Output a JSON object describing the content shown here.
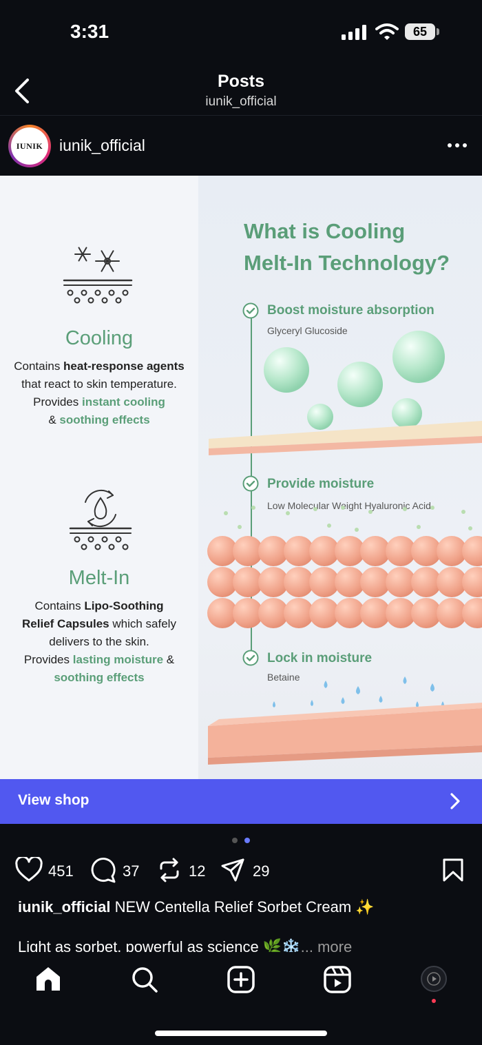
{
  "status": {
    "time": "3:31",
    "battery": "65"
  },
  "header": {
    "title": "Posts",
    "subtitle": "iunik_official"
  },
  "account": {
    "name": "iunik_official",
    "avatar_text": "IUNIK"
  },
  "post": {
    "cooling": {
      "title": "Cooling",
      "l1_a": "Contains ",
      "l1_b": "heat-response agents",
      "l2": "that react to skin temperature.",
      "l3_a": "Provides ",
      "l3_b": "instant cooling",
      "l4_a": "& ",
      "l4_b": "soothing effects"
    },
    "meltin": {
      "title": "Melt-In",
      "l1_a": "Contains ",
      "l1_b": "Lipo-Soothing",
      "l2_a": "Relief Capsules",
      "l2_b": " which safely",
      "l3": "delivers to the skin.",
      "l4_a": "Provides ",
      "l4_b": "lasting moisture",
      "l4_c": " &",
      "l5": "soothing effects"
    },
    "tech_title_1": "What is Cooling",
    "tech_title_2": "Melt-In Technology?",
    "steps": [
      {
        "title": "Boost moisture absorption",
        "sub": "Glyceryl Glucoside"
      },
      {
        "title": "Provide moisture",
        "sub": "Low Molecular Weight Hyaluronic Acid"
      },
      {
        "title": "Lock in moisture",
        "sub": "Betaine"
      }
    ]
  },
  "shop": {
    "label": "View shop"
  },
  "actions": {
    "likes": "451",
    "comments": "37",
    "reposts": "12",
    "shares": "29"
  },
  "caption": {
    "user": "iunik_official",
    "text": " NEW Centella Relief Sorbet Cream ✨",
    "line2": "Light as sorbet, powerful as science 🌿❄️",
    "more": "... more"
  },
  "colors": {
    "accent_green": "#5a9e78",
    "shop_blue": "#5158f0",
    "background": "#0b0d12"
  },
  "icons": [
    "back-icon",
    "more-icon",
    "heart-icon",
    "comment-icon",
    "repost-icon",
    "share-icon",
    "bookmark-icon",
    "home-icon",
    "search-icon",
    "create-icon",
    "reels-icon",
    "profile-icon"
  ]
}
